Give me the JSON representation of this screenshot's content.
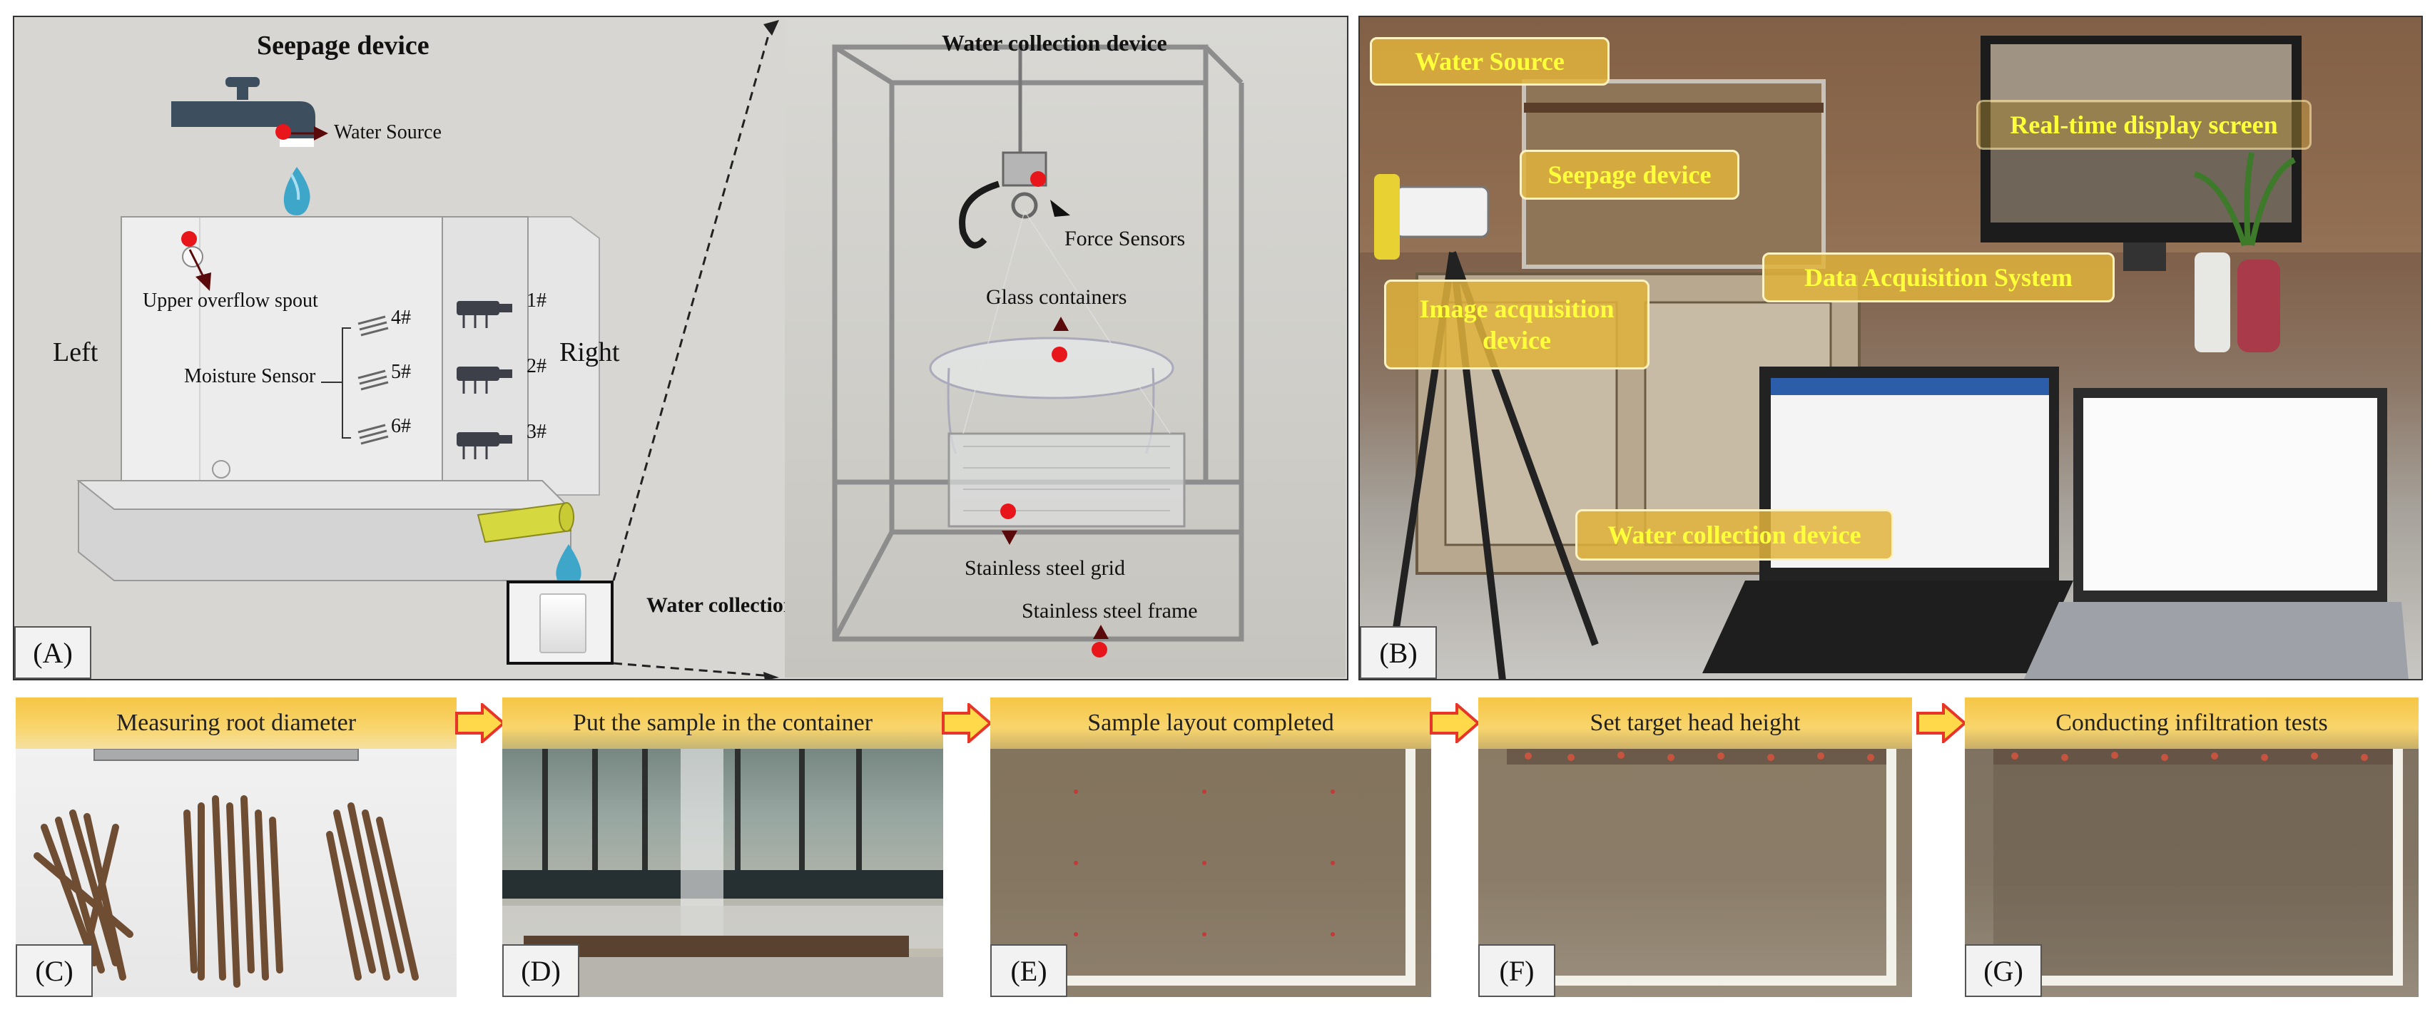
{
  "panel_a": {
    "label": "(A)",
    "title": "Seepage device",
    "water_source": "Water Source",
    "overflow": "Upper overflow spout",
    "left": "Left",
    "right": "Right",
    "moisture_sensor": "Moisture Sensor",
    "sensors": [
      "1#",
      "2#",
      "3#",
      "4#",
      "5#",
      "6#"
    ],
    "water_collection_device": "Water collection device",
    "photo": {
      "title": "Water collection device",
      "force_sensors": "Force Sensors",
      "glass_containers": "Glass containers",
      "stainless_steel_grid": "Stainless steel grid",
      "stainless_steel_frame": "Stainless steel frame"
    }
  },
  "panel_b": {
    "label": "(B)",
    "callouts": {
      "water_source": "Water Source",
      "seepage_device": "Seepage device",
      "realtime_display": "Real-time display screen",
      "data_acquisition": "Data Acquisition System",
      "image_acquisition": "Image acquisition device",
      "water_collection": "Water collection device"
    }
  },
  "steps": [
    {
      "label": "(C)",
      "title": "Measuring root diameter"
    },
    {
      "label": "(D)",
      "title": "Put the sample in the container"
    },
    {
      "label": "(E)",
      "title": "Sample layout completed"
    },
    {
      "label": "(F)",
      "title": "Set target head height"
    },
    {
      "label": "(G)",
      "title": "Conducting infiltration tests"
    }
  ],
  "colors": {
    "callout_fill": "#e0b33c",
    "callout_text": "#ffff3a",
    "banner": "#f6c646",
    "marker_red": "#e8161b",
    "arrow_dark_red": "#5a0a0a"
  }
}
